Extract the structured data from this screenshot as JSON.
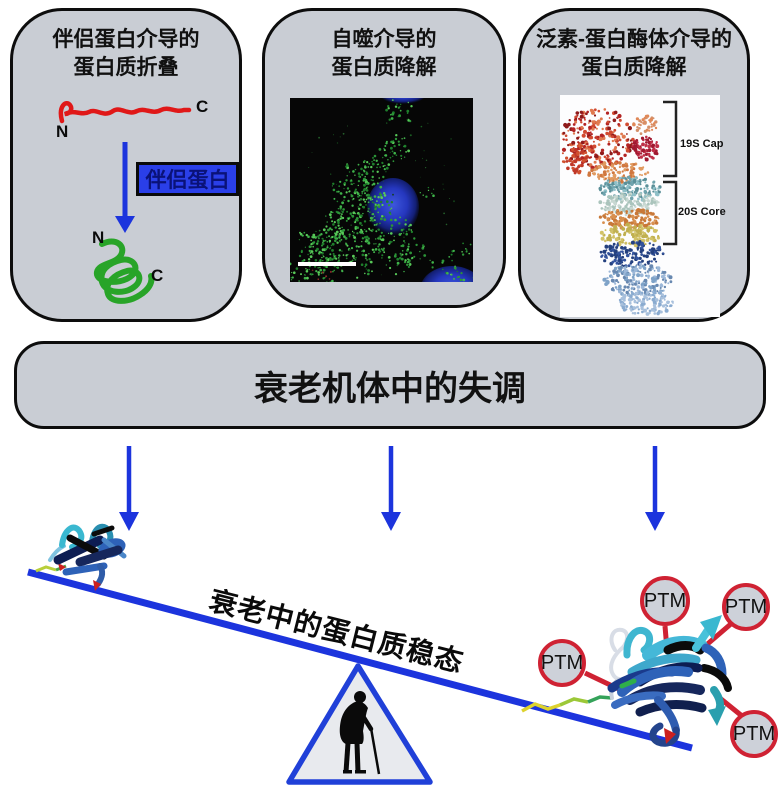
{
  "panels": [
    {
      "title": [
        "伴侣蛋白介导的",
        "蛋白质折叠"
      ],
      "unfolded": {
        "n": "N",
        "c": "C"
      },
      "folded": {
        "n": "N",
        "c": "C"
      },
      "chaperone_label": "伴侣蛋白"
    },
    {
      "title": [
        "自噬介导的",
        "蛋白质降解"
      ]
    },
    {
      "title": [
        "泛素-蛋白酶体介导的",
        "蛋白质降解"
      ],
      "cap_label": "19S Cap",
      "core_label": "20S Core"
    }
  ],
  "banner": {
    "text": "衰老机体中的失调"
  },
  "balance": {
    "label": "衰老中的蛋白质稳态",
    "ptm": "PTM"
  },
  "colors": {
    "panel_bg": "#c9cdd4",
    "outline": "#0d0d0d",
    "blue": "#1c34dd",
    "red_accent": "#cf2233",
    "unfolded_red": "#e01818",
    "folded_green": "#28a428",
    "chaperone_bg": "#2a3fe8",
    "chaperone_text": "#0a1278"
  }
}
